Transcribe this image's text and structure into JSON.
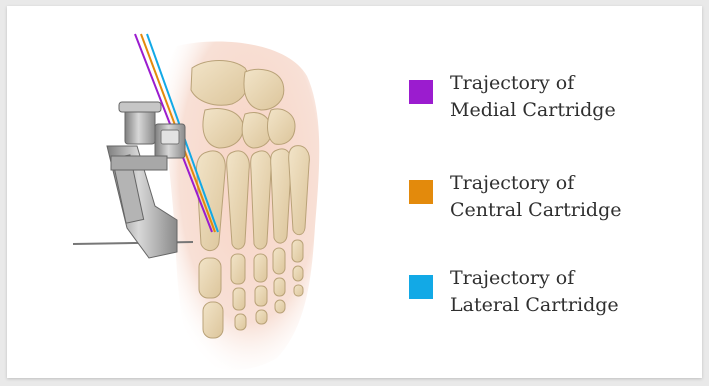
{
  "legend": {
    "items": [
      {
        "line1": "Trajectory of",
        "line2": "Medial Cartridge",
        "color": "#9b1ccf"
      },
      {
        "line1": "Trajectory of",
        "line2": "Central Cartridge",
        "color": "#e38a0c"
      },
      {
        "line1": "Trajectory of",
        "line2": "Lateral Cartridge",
        "color": "#12a9e6"
      }
    ]
  },
  "illustration": {
    "subject": "foot-skeleton-with-guide-instrument",
    "colors": {
      "skin": "#f6d7c9",
      "bone": "#ead8b4",
      "instrument": "#9a9a9a"
    }
  }
}
